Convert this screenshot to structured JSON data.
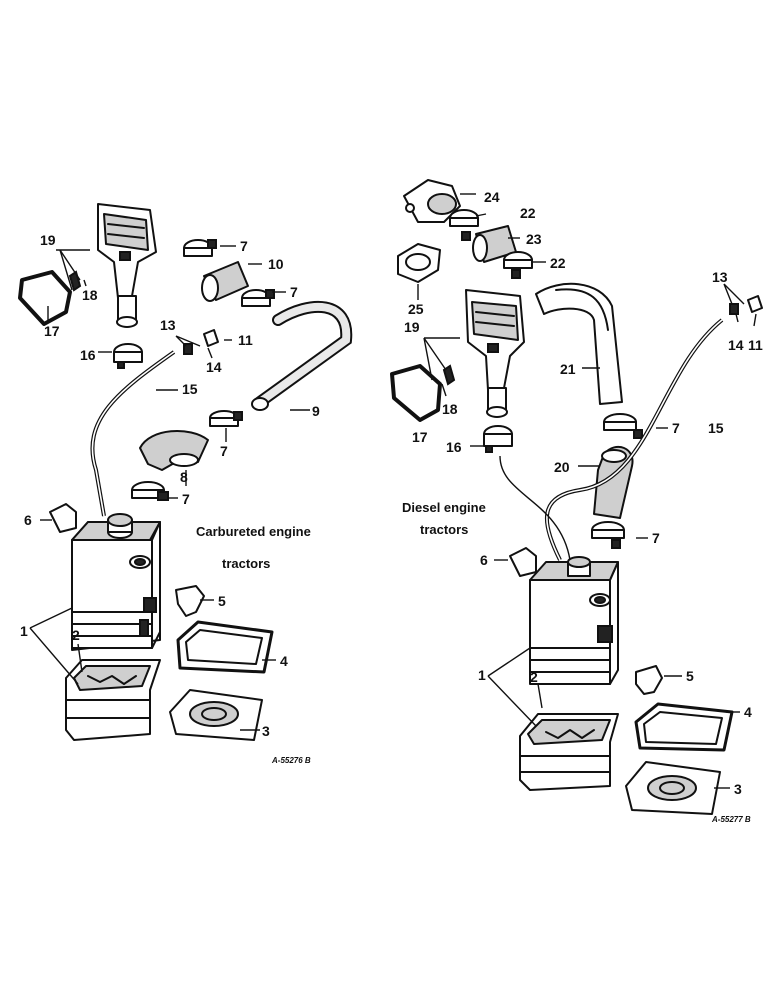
{
  "left_diagram": {
    "caption_line1": "Carbureted engine",
    "caption_line2": "tractors",
    "reference": "A-55276 B",
    "labels": {
      "l1": "1",
      "l2": "2",
      "l3": "3",
      "l4": "4",
      "l5": "5",
      "l6": "6",
      "l7a": "7",
      "l7b": "7",
      "l7c": "7",
      "l7d": "7",
      "l8": "8",
      "l9": "9",
      "l10": "10",
      "l11": "11",
      "l13": "13",
      "l14": "14",
      "l15": "15",
      "l16": "16",
      "l17": "17",
      "l18": "18",
      "l19": "19"
    }
  },
  "right_diagram": {
    "caption_line1": "Diesel engine",
    "caption_line2": "tractors",
    "reference": "A-55277 B",
    "labels": {
      "l1": "1",
      "l2": "2",
      "l3": "3",
      "l4": "4",
      "l5": "5",
      "l6": "6",
      "l7a": "7",
      "l7b": "7",
      "l11": "11",
      "l13": "13",
      "l14": "14",
      "l15": "15",
      "l16": "16",
      "l17": "17",
      "l18": "18",
      "l19": "19",
      "l20": "20",
      "l21": "21",
      "l22a": "22",
      "l22b": "22",
      "l23": "23",
      "l24": "24",
      "l25": "25"
    }
  }
}
